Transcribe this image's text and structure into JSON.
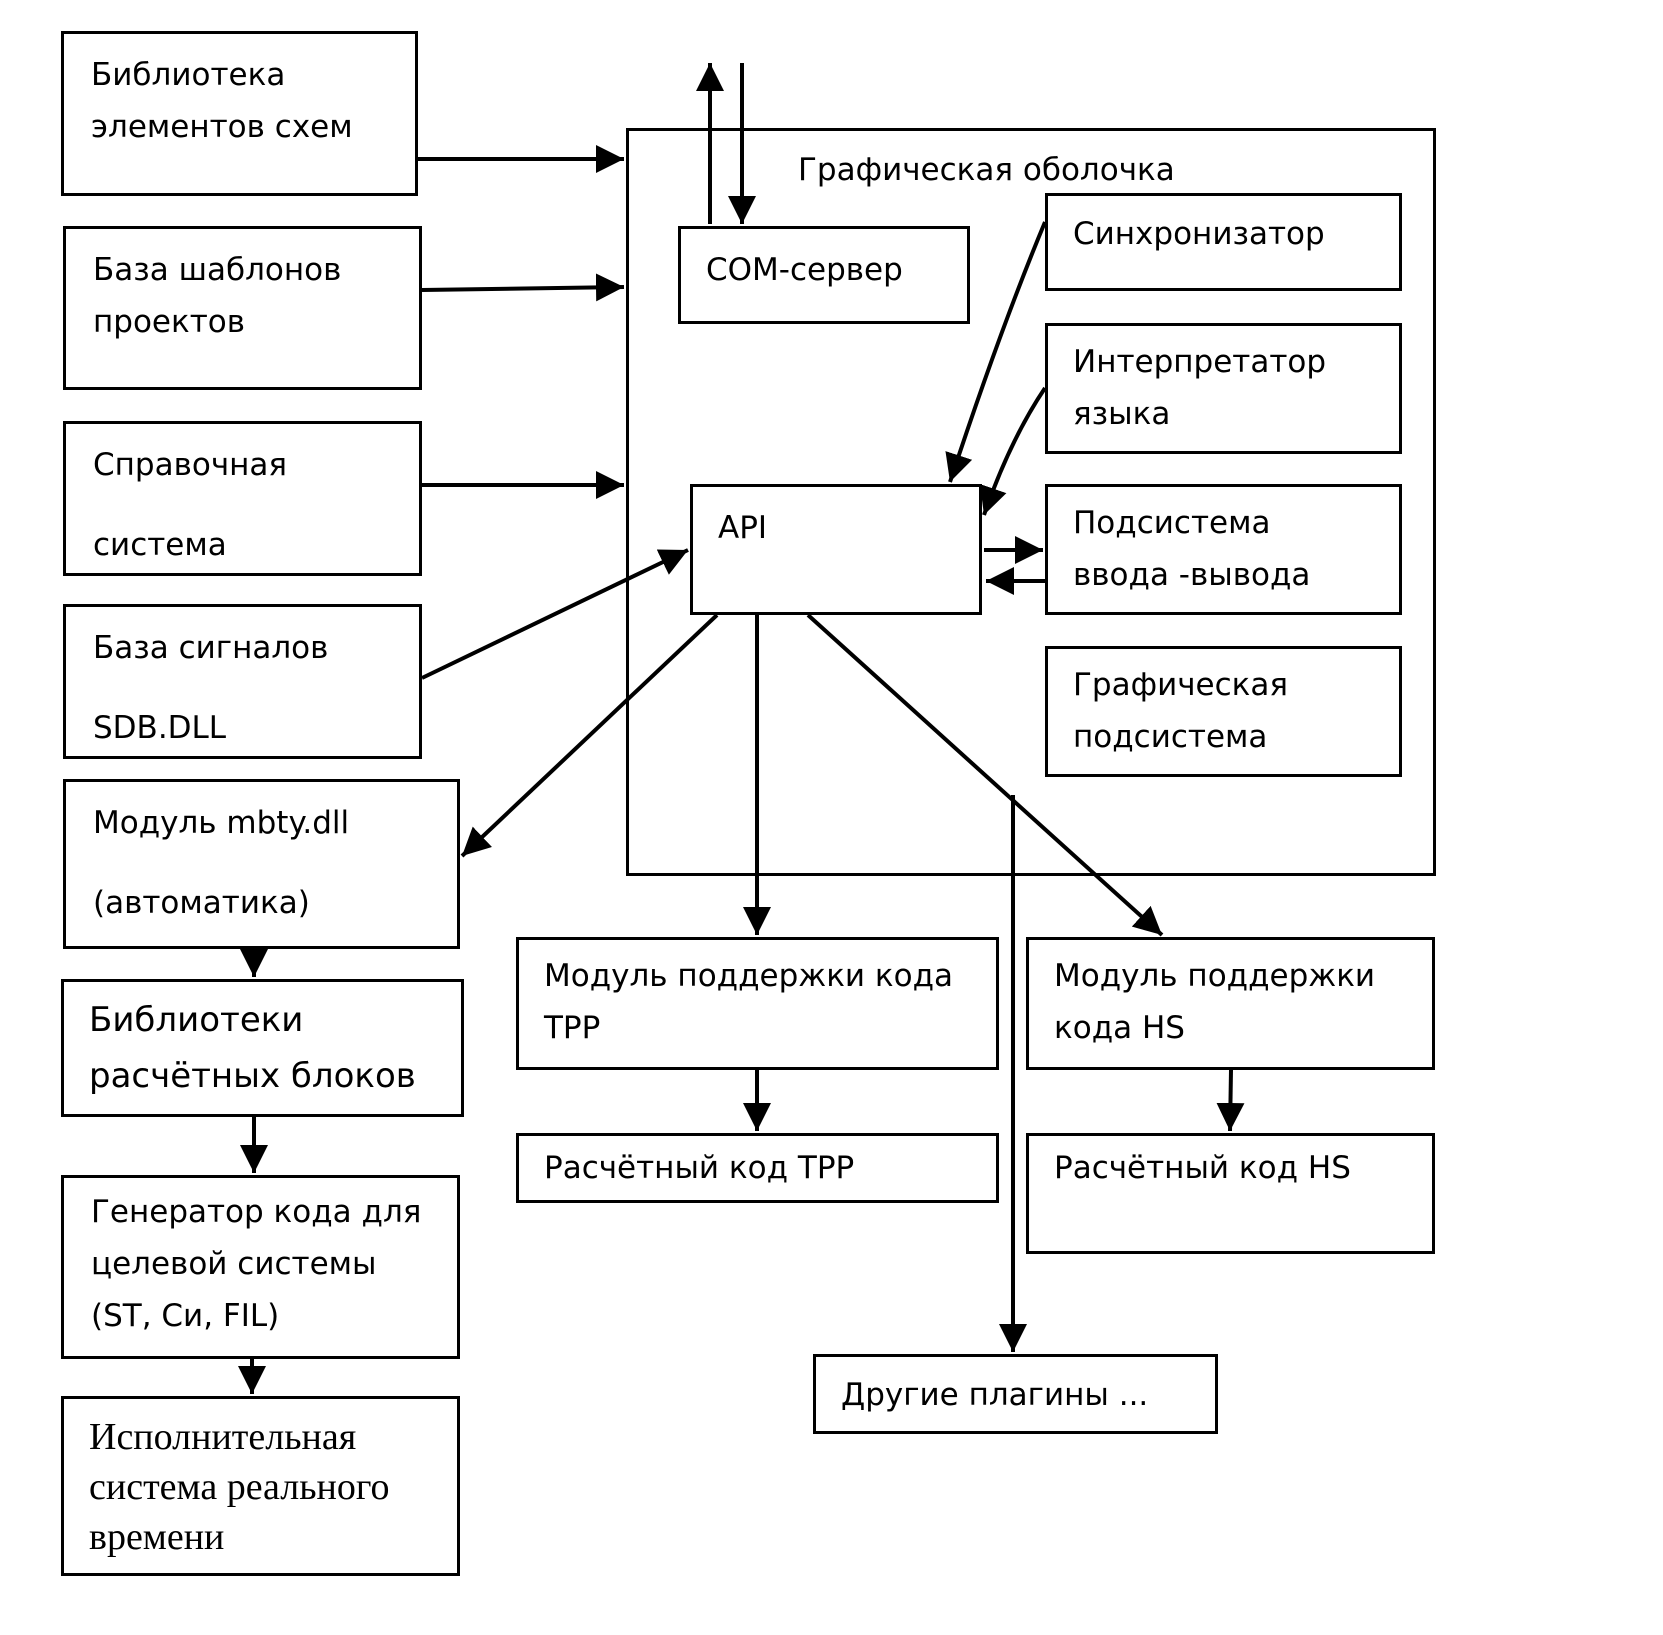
{
  "diagram": {
    "container": {
      "title": "Графическая оболочка"
    },
    "blocks": {
      "lib_elements": [
        "Библиотека",
        "элементов схем"
      ],
      "template_db": [
        "База шаблонов",
        "проектов"
      ],
      "help_system": [
        "Справочная",
        "система"
      ],
      "signal_db": [
        "База сигналов",
        "SDB.DLL"
      ],
      "mbty_module": [
        "Модуль mbty.dll",
        "(автоматика)"
      ],
      "calc_libs": [
        "Библиотеки",
        "расчётных блоков"
      ],
      "code_gen": [
        "Генератор кода для",
        "целевой системы",
        "(ST, Си, FIL)"
      ],
      "runtime": [
        "Исполнительная",
        "система реального",
        "времени"
      ],
      "com_server": [
        "COM-сервер"
      ],
      "api": [
        "API"
      ],
      "synchronizer": [
        "Синхронизатор"
      ],
      "interpreter": [
        "Интерпретатор",
        "языка"
      ],
      "io_subsystem": [
        "Подсистема",
        "ввода -вывода"
      ],
      "graphics_subsystem": [
        "Графическая",
        "подсистема"
      ],
      "trp_support": [
        "Модуль поддержки кода",
        "TPP"
      ],
      "trp_code": [
        "Расчётный код TPP"
      ],
      "hs_support": [
        "Модуль поддержки",
        "кода HS"
      ],
      "hs_code": [
        "Расчётный код HS"
      ],
      "other_plugins": [
        "Другие плагины ..."
      ]
    },
    "connections": [
      {
        "from": "lib_elements",
        "to": "container"
      },
      {
        "from": "template_db",
        "to": "container"
      },
      {
        "from": "help_system",
        "to": "container"
      },
      {
        "from": "signal_db",
        "to": "api"
      },
      {
        "from": "com_server",
        "to": "external"
      },
      {
        "from": "external",
        "to": "com_server"
      },
      {
        "from": "synchronizer",
        "to": "api"
      },
      {
        "from": "interpreter",
        "to": "api"
      },
      {
        "from": "api",
        "to": "io_subsystem"
      },
      {
        "from": "io_subsystem",
        "to": "api"
      },
      {
        "from": "api",
        "to": "mbty_module"
      },
      {
        "from": "api",
        "to": "trp_support"
      },
      {
        "from": "api",
        "to": "hs_support"
      },
      {
        "from": "container",
        "to": "other_plugins"
      },
      {
        "from": "mbty_module",
        "to": "calc_libs"
      },
      {
        "from": "calc_libs",
        "to": "code_gen"
      },
      {
        "from": "code_gen",
        "to": "runtime"
      },
      {
        "from": "trp_support",
        "to": "trp_code"
      },
      {
        "from": "hs_support",
        "to": "hs_code"
      }
    ]
  }
}
